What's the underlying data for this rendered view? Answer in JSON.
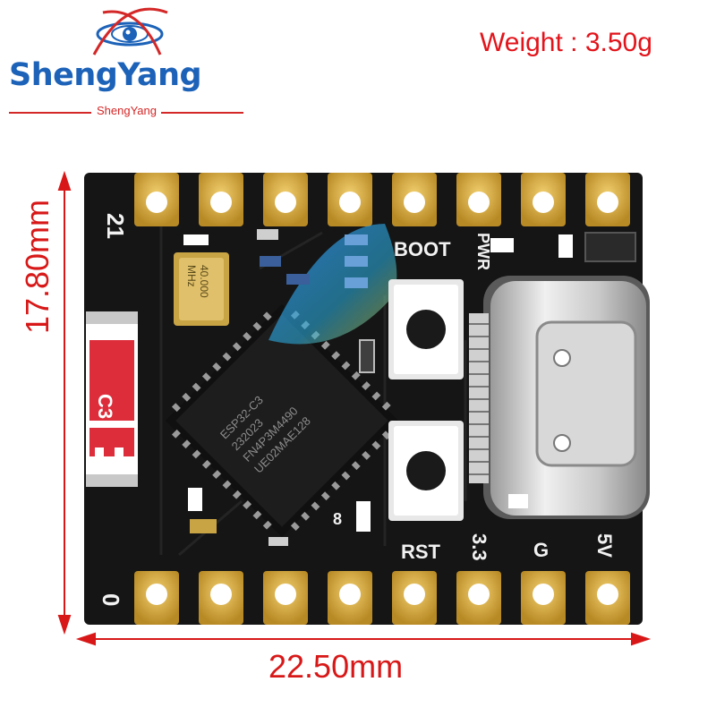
{
  "brand": {
    "name": "ShengYang",
    "subtitle": "ShengYang"
  },
  "product": {
    "weight_label": "Weight : 3.50g",
    "height_label": "17.80mm",
    "width_label": "22.50mm"
  },
  "board": {
    "silkscreen": {
      "pin_top": "21",
      "pin_bottom": "0",
      "boot": "BOOT",
      "pwr": "PWR",
      "rst": "RST",
      "pin_8": "8",
      "pin_33": "3.3",
      "pin_g": "G",
      "pin_5v": "5V",
      "chip_line1": "ESP32-C3",
      "chip_line2": "232023",
      "chip_line3": "FN4P3M4490",
      "chip_line4": "UE02MAE128",
      "crystal_line1": "40.000",
      "crystal_line2": "MHz",
      "antenna_label": "C3"
    },
    "colors": {
      "pcb": "#151515",
      "gold": "#d6ac42",
      "dimension_red": "#d81818",
      "brand_blue": "#1c62b8"
    }
  }
}
